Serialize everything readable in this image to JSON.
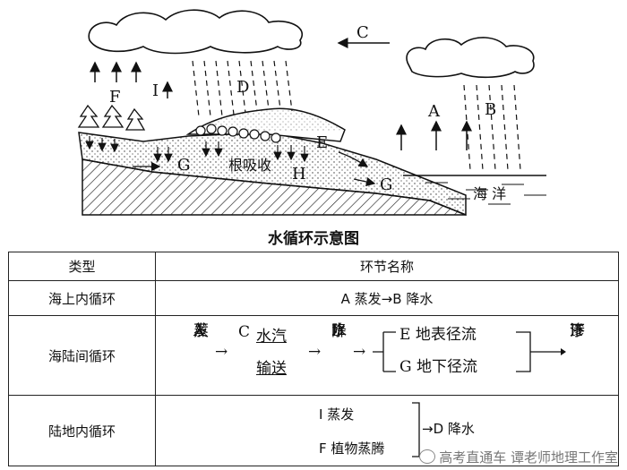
{
  "diagram": {
    "labels": {
      "A": "A",
      "B": "B",
      "C": "C",
      "D": "D",
      "E": "E",
      "F": "F",
      "G1": "G",
      "G2": "G",
      "H": "H",
      "I": "I",
      "root": "根吸收",
      "ocean": "海  洋"
    },
    "caption": "水循环示意图"
  },
  "table": {
    "headers": [
      "类型",
      "环节名称"
    ],
    "rows": {
      "sea": {
        "type": "海上内循环",
        "content": "A 蒸发→B 降水"
      },
      "sea_land": {
        "type": "海陆间循环",
        "A_letter": "A",
        "A_text1": "蒸",
        "A_text2": "发",
        "C_letter": "C",
        "C_line1": "水汽",
        "C_line2": "输送",
        "D_letter": "D",
        "D_text1": "降",
        "D_text2": "水",
        "E_text": "E 地表径流",
        "G_text": "G 地下径流",
        "H_letter": "H",
        "H_text1": "下",
        "H_text2": "渗"
      },
      "land": {
        "type": "陆地内循环",
        "I_text": "I 蒸发",
        "F_text": "F 植物蒸腾",
        "result": "→D 降水"
      }
    }
  },
  "watermark": "高考直通车  谭老师地理工作室"
}
